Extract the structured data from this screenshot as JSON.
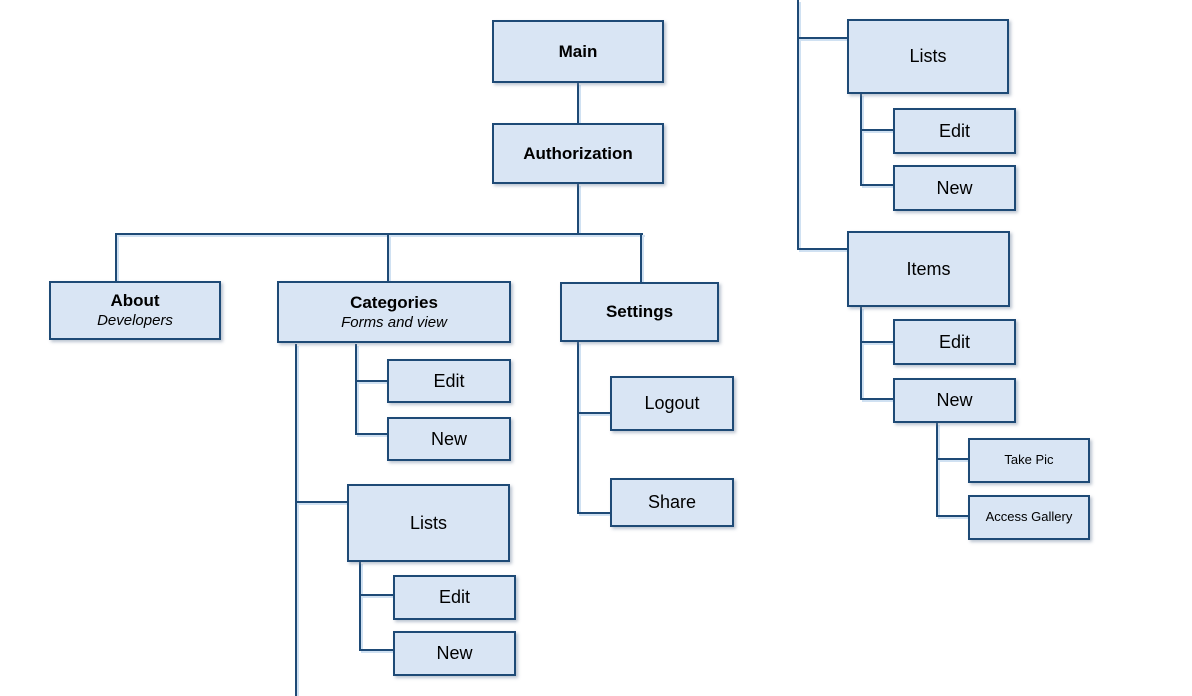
{
  "diagram": {
    "type": "sitemap-tree",
    "colors": {
      "background": "#ffffff",
      "box_fill": "#d9e5f4",
      "box_border": "#1e4a76",
      "connector_line": "#1e4a76",
      "text": "#000000"
    },
    "nodes": {
      "main": {
        "label": "Main"
      },
      "authorization": {
        "label": "Authorization"
      },
      "about": {
        "label": "About",
        "sublabel": "Developers"
      },
      "categories": {
        "label": "Categories",
        "sublabel": "Forms and view"
      },
      "settings": {
        "label": "Settings"
      },
      "categories_edit": {
        "label": "Edit"
      },
      "categories_new": {
        "label": "New"
      },
      "categories_lists": {
        "label": "Lists"
      },
      "categories_lists_edit": {
        "label": "Edit"
      },
      "categories_lists_new": {
        "label": "New"
      },
      "settings_logout": {
        "label": "Logout"
      },
      "settings_share": {
        "label": "Share"
      },
      "lists_right": {
        "label": "Lists"
      },
      "lists_right_edit": {
        "label": "Edit"
      },
      "lists_right_new": {
        "label": "New"
      },
      "items": {
        "label": "Items"
      },
      "items_edit": {
        "label": "Edit"
      },
      "items_new": {
        "label": "New"
      },
      "items_new_take_pic": {
        "label": "Take Pic"
      },
      "items_new_access_gallery": {
        "label": "Access Gallery"
      }
    },
    "edges": [
      [
        "main",
        "authorization"
      ],
      [
        "authorization",
        "about"
      ],
      [
        "authorization",
        "categories"
      ],
      [
        "authorization",
        "settings"
      ],
      [
        "categories",
        "categories_edit"
      ],
      [
        "categories",
        "categories_new"
      ],
      [
        "categories",
        "categories_lists"
      ],
      [
        "categories_lists",
        "categories_lists_edit"
      ],
      [
        "categories_lists",
        "categories_lists_new"
      ],
      [
        "settings",
        "settings_logout"
      ],
      [
        "settings",
        "settings_share"
      ],
      [
        "offscreen_parent_top",
        "lists_right"
      ],
      [
        "offscreen_parent_top",
        "items"
      ],
      [
        "lists_right",
        "lists_right_edit"
      ],
      [
        "lists_right",
        "lists_right_new"
      ],
      [
        "items",
        "items_edit"
      ],
      [
        "items",
        "items_new"
      ],
      [
        "items_new",
        "items_new_take_pic"
      ],
      [
        "items_new",
        "items_new_access_gallery"
      ]
    ]
  }
}
